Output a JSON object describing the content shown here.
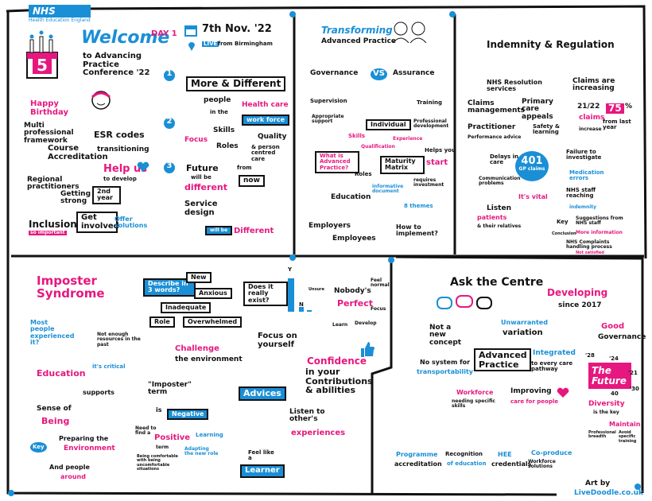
{
  "nhs": {
    "logo": "NHS",
    "subtitle": "Health Education England"
  },
  "welcome": {
    "title": "Welcome",
    "subtitle": "to Advancing Practice Conference '22",
    "day": "DAY 1",
    "date": "7th Nov. '22",
    "live": "LIVE",
    "location": "from Birmingham",
    "cake_number": "5",
    "happy_birthday": "Happy Birthday",
    "multi_framework": "Multi professional framework",
    "esr_codes": "ESR codes",
    "transitioning": "transitioning",
    "course_accreditation": "Course Accreditation",
    "regional": "Regional practitioners",
    "getting_strong": "Getting strong",
    "second_year": "2nd year",
    "help_us": "Help us",
    "to_develop": "to develop",
    "inclusion": "Inclusion",
    "so_important": "so important",
    "get_involved": "Get involved",
    "offer_solutions": "Offer solutions",
    "num1": "1",
    "more_different": "More & Different",
    "people": "people",
    "in_the": "in the",
    "health_care": "Health care",
    "work_force": "work force",
    "num2": "2",
    "focus": "Focus",
    "skills": "Skills",
    "roles": "Roles",
    "quality": "Quality",
    "person_centred": "& person centred care",
    "num3": "3",
    "future": "Future",
    "will_be": "will be",
    "different": "different",
    "from": "from",
    "now": "now",
    "service_design": "Service design",
    "will_be2": "will be",
    "different2": "Different"
  },
  "transforming": {
    "title": "Transforming",
    "subtitle": "Advanced Practice",
    "governance": "Governance",
    "vs": "VS",
    "assurance": "Assurance",
    "supervision": "Supervision",
    "appropriate_support": "Appropriate support",
    "training": "Training",
    "individual": "Individual",
    "professional_development": "Professional development",
    "skills": "Skills",
    "qualification": "Qualification",
    "experience": "Experience",
    "what_is": "What is Advanced Practice?",
    "roles": "Roles",
    "maturity": "Maturity Matrix",
    "helps_you": "Helps you",
    "start": "start",
    "informative": "informative document",
    "requires": "requires investment",
    "education": "Education",
    "eight_themes": "8 themes",
    "employers": "Employers",
    "employees": "Employees",
    "how_to": "How to implement?"
  },
  "indemnity": {
    "title": "Indemnity & Regulation",
    "resolution": "NHS Resolution services",
    "claims_increasing": "Claims are increasing",
    "claims_mgmt": "Claims managements",
    "primary_care": "Primary care appeals",
    "year": "21/22",
    "claims": "claims",
    "increase_num": "75",
    "increase_pct": "%",
    "from_last": "from last year",
    "increase": "increase",
    "practitioner": "Practitioner",
    "performance": "Performance advice",
    "safety": "Safety & learning",
    "delays": "Delays in care",
    "gp_num": "401",
    "gp_claims": "GP claims",
    "failure": "Failure to investigate",
    "comm": "Communication problems",
    "medication": "Medication errors",
    "its_vital": "It's vital",
    "listen": "Listen",
    "patients": "patients",
    "relatives": "& their relatives",
    "staff_reaching": "NHS staff reaching",
    "indemnity_text": "indemnity",
    "key": "Key",
    "suggestions": "Suggestions from NHS staff",
    "more_information": "More information",
    "complaints": "NHS Complaints handling process",
    "not_satisfied": "Not satisfied",
    "conclusion": "Conclusion"
  },
  "imposter": {
    "title": "Imposter Syndrome",
    "describe": "Describe in 3 words?",
    "new": "New",
    "anxious": "Anxious",
    "inadequate": "Inadequate",
    "role": "Role",
    "overwhelmed": "Overwhelmed",
    "does_it": "Does it really exist?",
    "bar_y": "Y",
    "bar_n": "N",
    "bar_unsure": "Unsure",
    "nobodys": "Nobody's",
    "perfect": "Perfect",
    "feel_normal": "Feel normal",
    "focus": "Focus",
    "learn": "Learn",
    "develop": "Develop",
    "most_people": "Most people experienced it?",
    "not_enough": "Not enough resources in the past",
    "challenge": "Challenge",
    "environment": "the environment",
    "education": "Education",
    "its_critical": "it's critical",
    "supports": "supports",
    "term": "\"Imposter\" term",
    "is": "is",
    "negative": "Negative",
    "need_to": "Need to find a",
    "positive": "Positive",
    "term2": "term",
    "learning": "Learning",
    "adapting": "Adapting the new role",
    "being": "Being comfortable with being uncomfortable situations",
    "sense_of": "Sense of",
    "being2": "Being",
    "key": "Key",
    "preparing": "Preparing the",
    "environment2": "Environment",
    "and_people": "And people",
    "around": "around",
    "focus_on": "Focus on yourself",
    "confidence": "Confidence",
    "in_your": "in your Contributions & abilities",
    "advices": "Advices",
    "listen_to": "Listen to other's",
    "experiences": "experiences",
    "feel_like": "Feel like a",
    "learner": "Learner"
  },
  "centre": {
    "ask": "Ask the Centre",
    "developing": "Developing",
    "since": "since 2017",
    "not_new": "Not a new concept",
    "unwarranted": "Unwarranted",
    "variation": "variation",
    "advanced_practice": "Advanced Practice",
    "no_system": "No system for",
    "transportability": "transportability",
    "integrated": "Integrated",
    "every_care": "to every care pathway",
    "workforce": "Workforce",
    "needing": "needing specific skills",
    "improving": "Improving",
    "care_people": "care for people",
    "good": "Good",
    "governance": "Governance",
    "the_future": "The Future",
    "y24": "'24",
    "y28": "'28",
    "y21": "'21",
    "y30": "'30",
    "y40": "40",
    "diversity": "Diversity",
    "is_key": "is the key",
    "maintain": "Maintain",
    "professional": "Professional breadth",
    "avoid": "Avoid specific training",
    "programme": "Programme",
    "accreditation": "accreditation",
    "recognition": "Recognition",
    "of_education": "of education",
    "hee": "HEE",
    "credentials": "credentials",
    "co_produce": "Co-produce",
    "workforce_solutions": "Workforce solutions"
  },
  "credit": {
    "art_by": "Art by",
    "site": "LiveDoodle.co.uk"
  },
  "colors": {
    "blue": "#1a8fd6",
    "pink": "#e6177f",
    "dark": "#111111"
  }
}
